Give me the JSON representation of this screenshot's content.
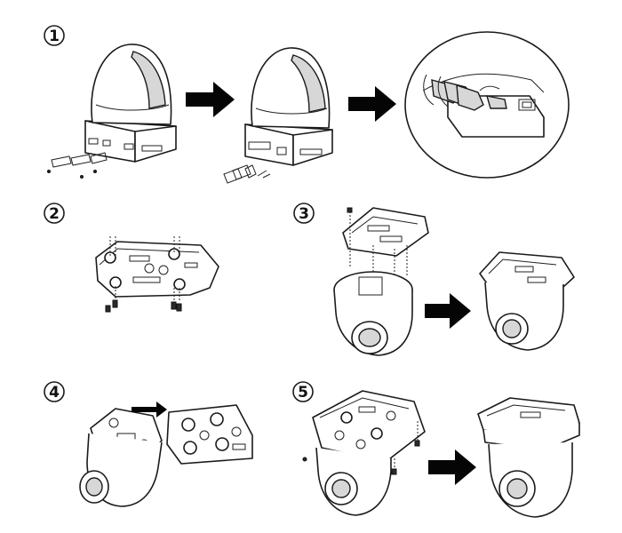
{
  "steps": [
    {
      "number": "1"
    },
    {
      "number": "2"
    },
    {
      "number": "3"
    },
    {
      "number": "4"
    },
    {
      "number": "5"
    }
  ],
  "icons": {
    "step_badge": "circle-number-icon",
    "arrow": "right-arrow-icon",
    "camera": "ptz-camera-illustration",
    "bracket": "mounting-plate-illustration",
    "screw": "screw-icon"
  },
  "colors": {
    "line": "#1a1a1a",
    "arrow": "#050505",
    "background": "#ffffff"
  }
}
